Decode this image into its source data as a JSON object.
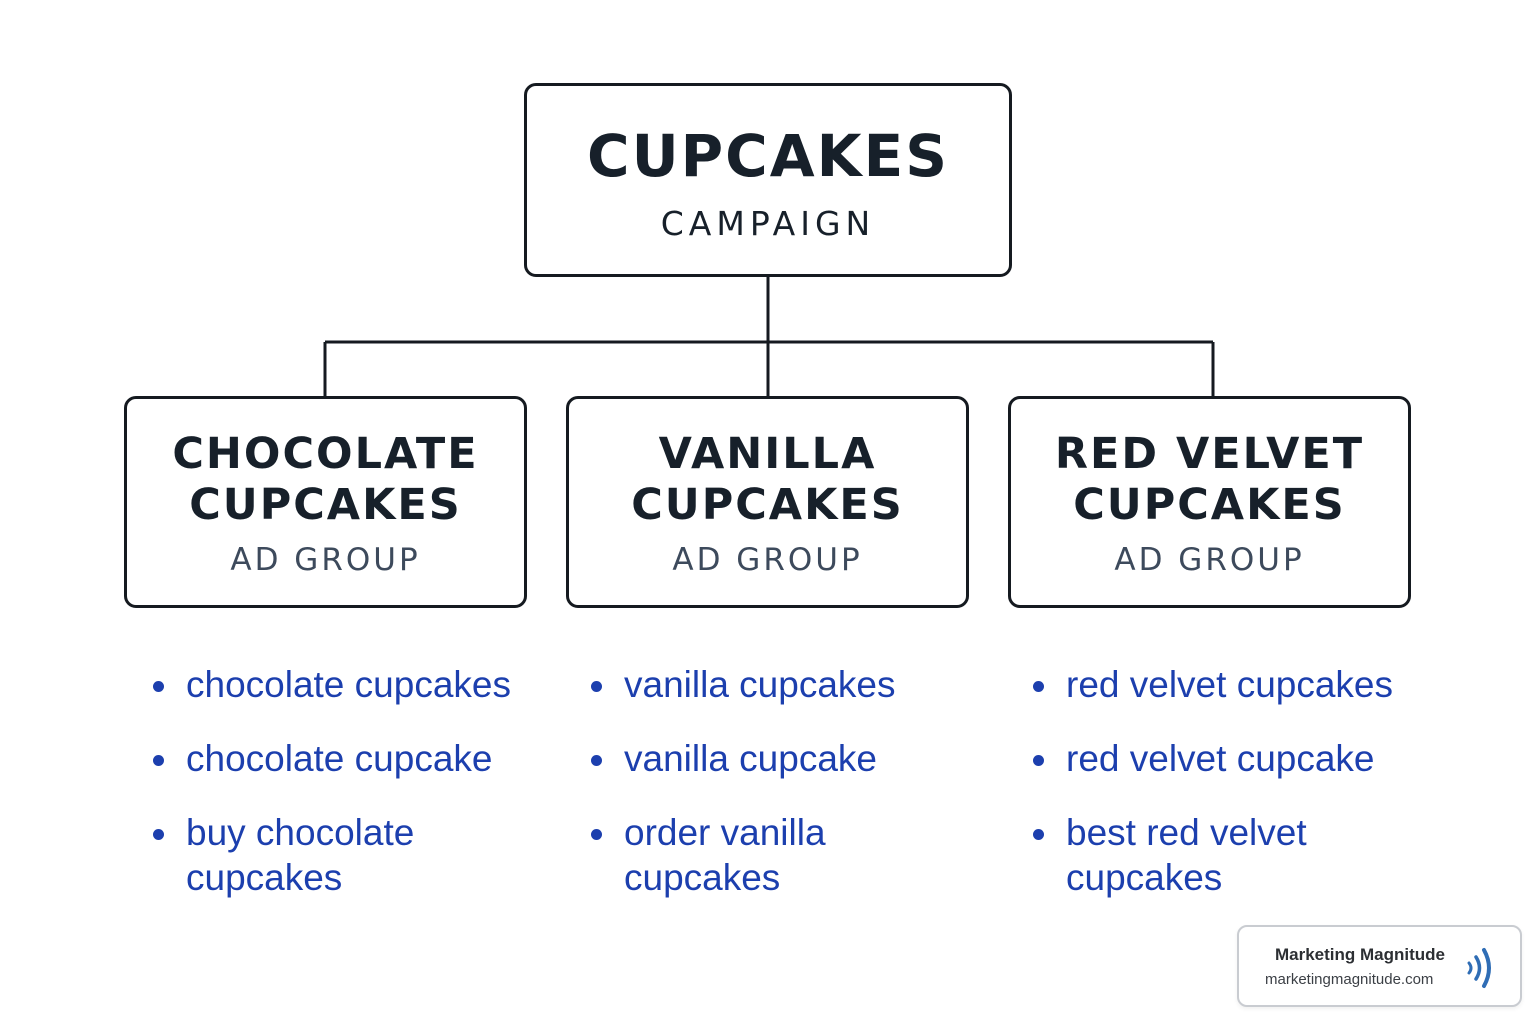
{
  "campaign": {
    "title": "CUPCAKES",
    "subtitle": "CAMPAIGN"
  },
  "ad_groups": [
    {
      "title_line1": "CHOCOLATE",
      "title_line2": "CUPCAKES",
      "subtitle": "AD GROUP",
      "keywords": [
        "chocolate cupcakes",
        "chocolate cupcake",
        "buy chocolate cupcakes"
      ]
    },
    {
      "title_line1": "VANILLA",
      "title_line2": "CUPCAKES",
      "subtitle": "AD GROUP",
      "keywords": [
        "vanilla cupcakes",
        "vanilla cupcake",
        "order vanilla cupcakes"
      ]
    },
    {
      "title_line1": "RED VELVET",
      "title_line2": "CUPCAKES",
      "subtitle": "AD GROUP",
      "keywords": [
        "red velvet cupcakes",
        "red velvet cupcake",
        "best red velvet cupcakes"
      ]
    }
  ],
  "badge": {
    "name": "Marketing Magnitude",
    "url": "marketingmagnitude.com",
    "icon": "signal-waves-icon"
  },
  "colors": {
    "box_border": "#151a20",
    "title_text": "#17202a",
    "subtitle_text": "#3d4a5c",
    "keyword_text": "#1c3fae",
    "badge_icon": "#2f6db5"
  }
}
